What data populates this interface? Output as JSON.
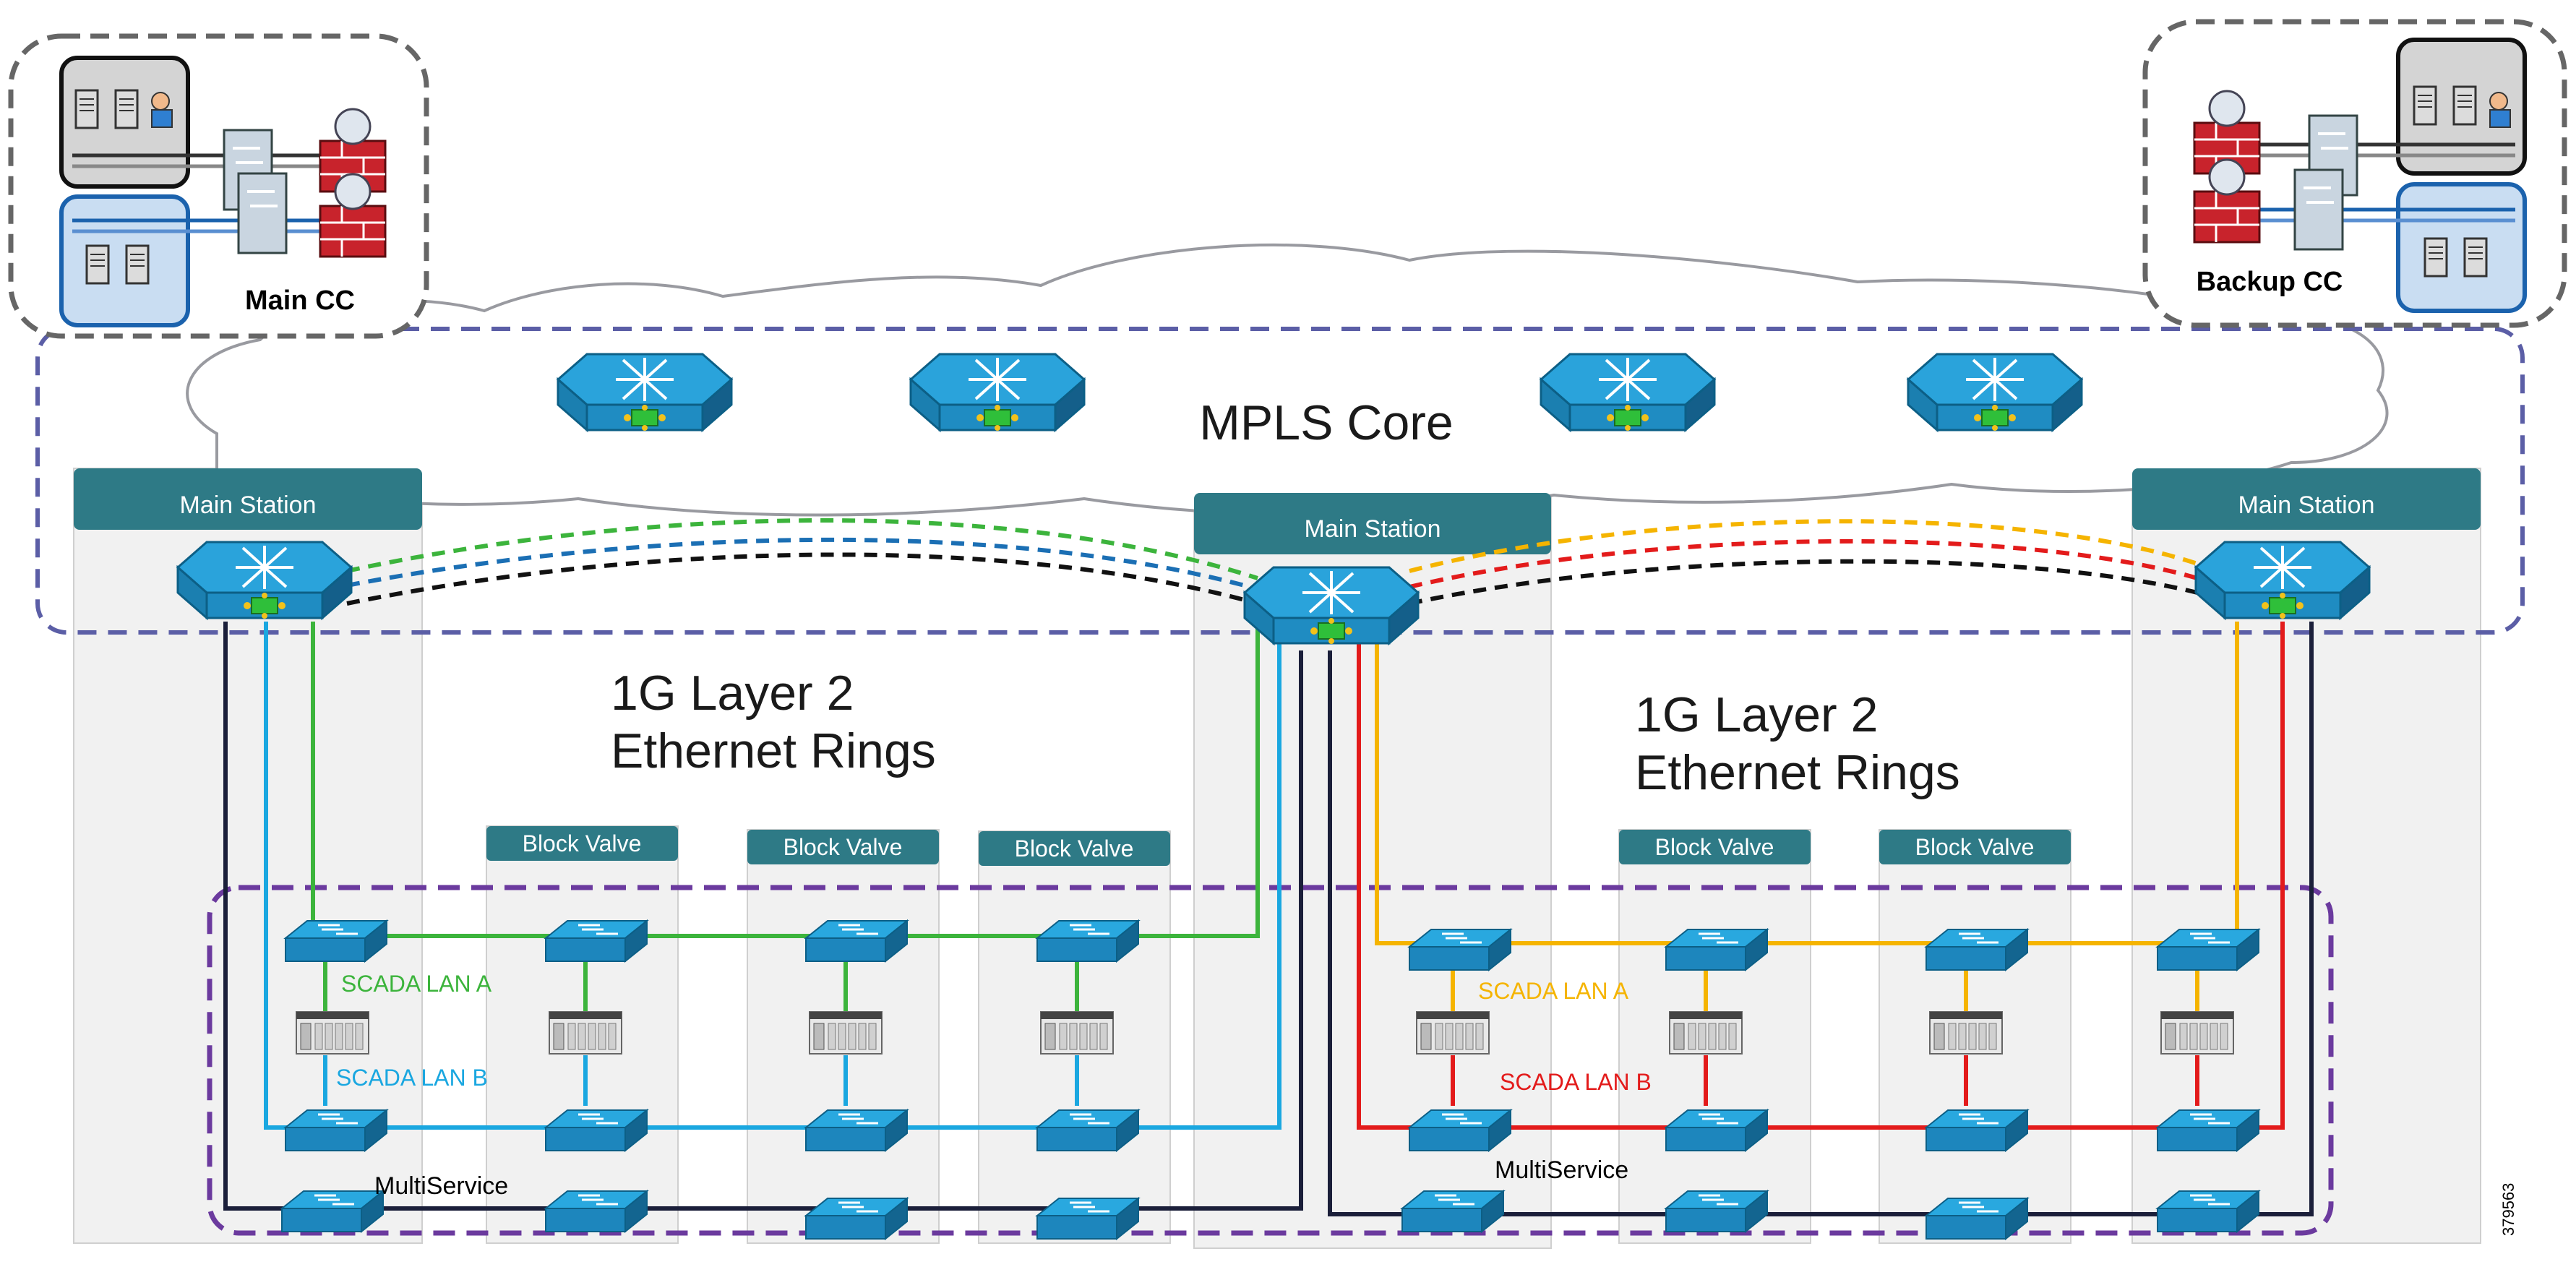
{
  "control_centers": {
    "main": "Main CC",
    "backup": "Backup CC"
  },
  "core": {
    "label": "MPLS Core"
  },
  "stations": {
    "left": "Main Station",
    "center": "Main Station",
    "right": "Main Station"
  },
  "block_valves": [
    "Block Valve",
    "Block Valve",
    "Block Valve",
    "Block Valve",
    "Block Valve"
  ],
  "rings": {
    "left": {
      "line1": "1G Layer 2",
      "line2": "Ethernet Rings"
    },
    "right": {
      "line1": "1G Layer 2",
      "line2": "Ethernet Rings"
    }
  },
  "lans": {
    "left_a": "SCADA LAN A",
    "left_b": "SCADA LAN B",
    "right_a": "SCADA  LAN A",
    "right_b": "SCADA LAN  B"
  },
  "multiservice": {
    "left": "MultiService",
    "right": "MultiService"
  },
  "figure_id": "379563",
  "colors": {
    "station_header": "#2e7a86",
    "section_bg": "#f1f1f1",
    "device_blue": "#29a8df",
    "core_dash": "#5b5ea6",
    "field_dash": "#6b3a9e",
    "lan_a_left": "#3cb43c",
    "lan_b_left": "#1aa7e0",
    "lan_a_right": "#f5b400",
    "lan_b_right": "#e31b1b",
    "multiservice": "#1b1f3a"
  }
}
